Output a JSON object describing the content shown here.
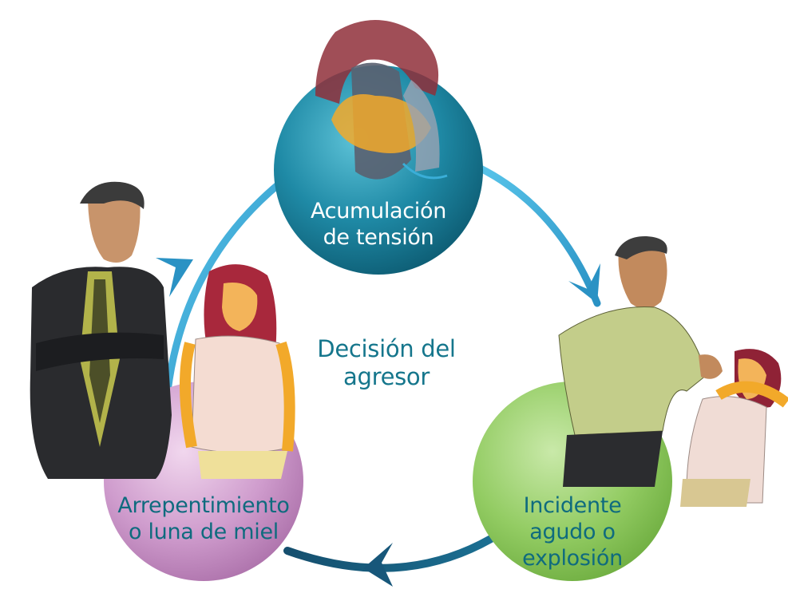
{
  "stages": {
    "tension": {
      "line1": "Acumulación",
      "line2": "de tensión",
      "color": "#1d7f99"
    },
    "explosion": {
      "line1": "Incidente",
      "line2": "agudo o",
      "line3": "explosión",
      "color": "#8ec85f"
    },
    "honeymoon": {
      "line1": "Arrepentimiento",
      "line2": "o luna de miel",
      "color": "#c489c2"
    }
  },
  "center": {
    "line1": "Decisión del",
    "line2": "agresor"
  },
  "colors": {
    "arrow_light": "#3aaed8",
    "arrow_dark": "#1a5e80",
    "label_dark": "#0f6b7e"
  }
}
